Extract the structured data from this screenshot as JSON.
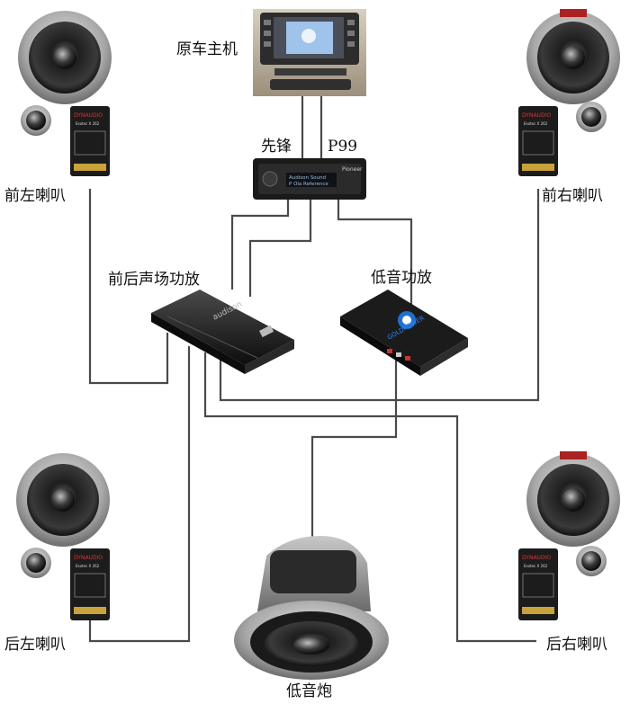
{
  "labels": {
    "head_unit": "原车主机",
    "processor_brand": "先锋",
    "processor_model": "P99",
    "front_left": "前左喇叭",
    "front_right": "前右喇叭",
    "rear_left": "后左喇叭",
    "rear_right": "后右喇叭",
    "main_amp": "前后声场功放",
    "sub_amp": "低音功放",
    "subwoofer": "低音炮"
  },
  "device_text": {
    "crossover_brand": "DYNAUDIO",
    "crossover_model": "Esotec X 262",
    "processor_logo": "Pioneer",
    "processor_display_1": "Audison Sound",
    "processor_display_2": "P Ola Reference",
    "main_amp_brand": "audison",
    "sub_amp_brand": "GOLDPOWER"
  },
  "colors": {
    "wire": "#4a4a4a",
    "device_body": "#1b1b1b",
    "speaker_cone": "#2a2a2a",
    "speaker_rim": "#9a9a9a",
    "sub_amp_accent": "#1e6fd0"
  }
}
